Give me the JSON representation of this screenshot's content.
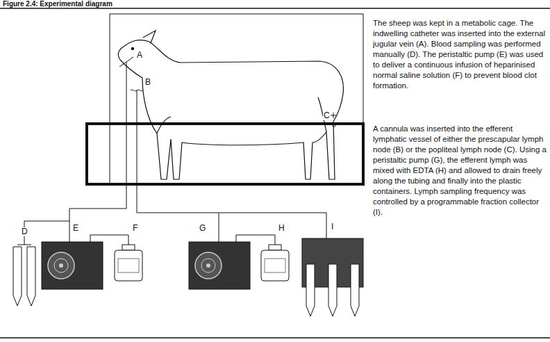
{
  "diagram": {
    "title": "Figure 2.4: Experimental diagram",
    "labels": [
      "A",
      "B",
      "C",
      "D",
      "E",
      "F",
      "G",
      "H",
      "I",
      "The sheep was kept in a metabolic cage. The indwelling catheter was inserted into the external jugular vein (A). Blood sampling was performed manually (D). The peristaltic pump (E) was used to deliver a continuous infusion of heparinised normal saline solution (F) to prevent blood clot formation.",
      "A cannula was inserted into the efferent lymphatic vessel of either the prescapular lymph node (B) or the popliteal lymph node (C). Using a peristaltic pump (G), the efferent lymph was mixed with EDTA (H) and allowed to drain freely along the tubing and finally into the plastic containers. Lymph sampling frequency was controlled by a programmable fraction collector (I)."
    ]
  }
}
